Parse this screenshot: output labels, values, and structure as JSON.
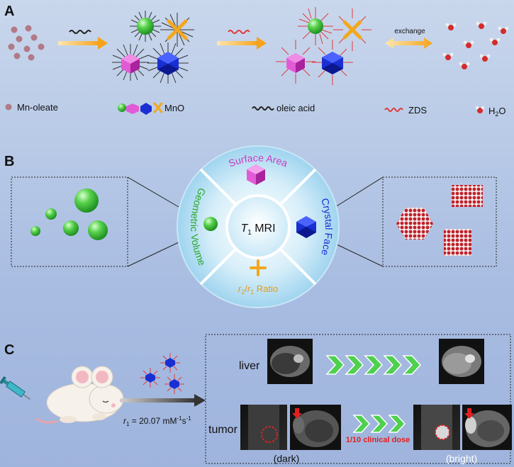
{
  "panels": {
    "a": "A",
    "b": "B",
    "c": "C"
  },
  "panel_a": {
    "arrow_label": "exchange",
    "legend": {
      "mn_oleate": "Mn-oleate",
      "mno": "MnO",
      "oleic_acid": "oleic acid",
      "zds": "ZDS",
      "water_main": "H",
      "water_sub": "2",
      "water_tail": "O"
    }
  },
  "panel_b": {
    "center_italic": "T",
    "center_sub": "1",
    "center_rest": " MRI",
    "surface_area": "Surface Area",
    "crystal_face": "Crystal Face",
    "geometric_volume": "Geometric Volume",
    "ratio_r2": "r",
    "ratio_r2_sub": "2",
    "ratio_slash": "/",
    "ratio_r1": "r",
    "ratio_r1_sub": "1",
    "ratio_rest": " Ratio"
  },
  "panel_c": {
    "relaxivity_r": "r",
    "relaxivity_sub": "1",
    "relaxivity_value": " = 20.07 mM",
    "relaxivity_exp1": "-1",
    "relaxivity_s": "s",
    "relaxivity_exp2": "-1",
    "liver": "liver",
    "tumor": "tumor",
    "dose": "1/10 clinical dose",
    "dark": "(dark)",
    "bright": "(bright)"
  },
  "colors": {
    "green_sphere": "#3fbf3f",
    "magenta_cube": "#d63fc9",
    "blue_octa": "#1a2fd1",
    "orange_cross": "#f3a71f",
    "zds_red": "#e03c3c",
    "chevron_green": "#4fd04f",
    "dose_red": "#e02020"
  },
  "icons": [
    "syringe-icon",
    "mouse-icon",
    "nanoparticle-icon",
    "water-molecule-icon",
    "chevron-icon",
    "mri-scan-icon"
  ]
}
